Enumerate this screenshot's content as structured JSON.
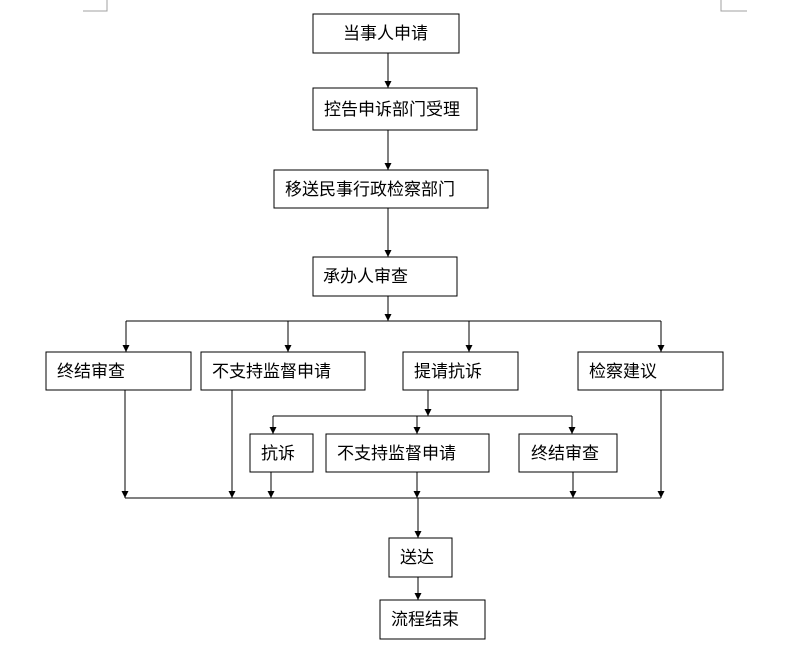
{
  "flowchart": {
    "nodes": {
      "apply": "当事人申请",
      "accept": "控告申诉部门受理",
      "transfer": "移送民事行政检察部门",
      "review": "承办人审查",
      "terminate_review": "终结审查",
      "not_support": "不支持监督申请",
      "protest_request": "提请抗诉",
      "procuratorial_advice": "检察建议",
      "protest": "抗诉",
      "not_support_2": "不支持监督申请",
      "terminate_review_2": "终结审查",
      "deliver": "送达",
      "process_end": "流程结束"
    }
  }
}
